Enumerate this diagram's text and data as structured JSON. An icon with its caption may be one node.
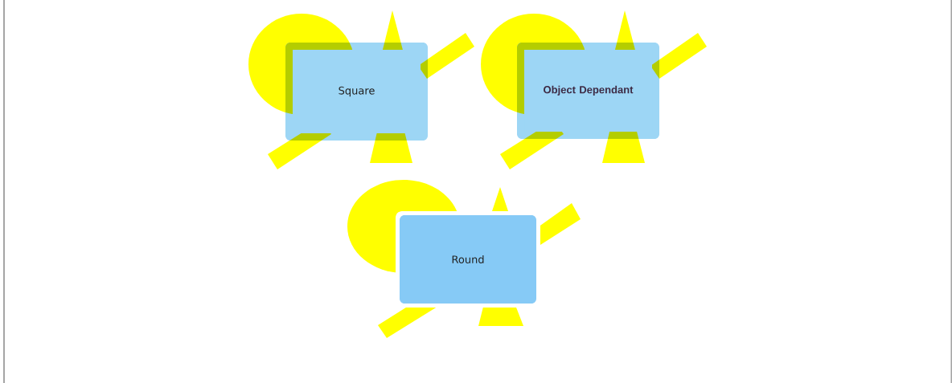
{
  "diagram": {
    "nodes": [
      {
        "text": [
          "Square"
        ]
      },
      {
        "text": [
          "Object Dependant"
        ]
      },
      {
        "text": [
          "Round"
        ]
      }
    ]
  }
}
